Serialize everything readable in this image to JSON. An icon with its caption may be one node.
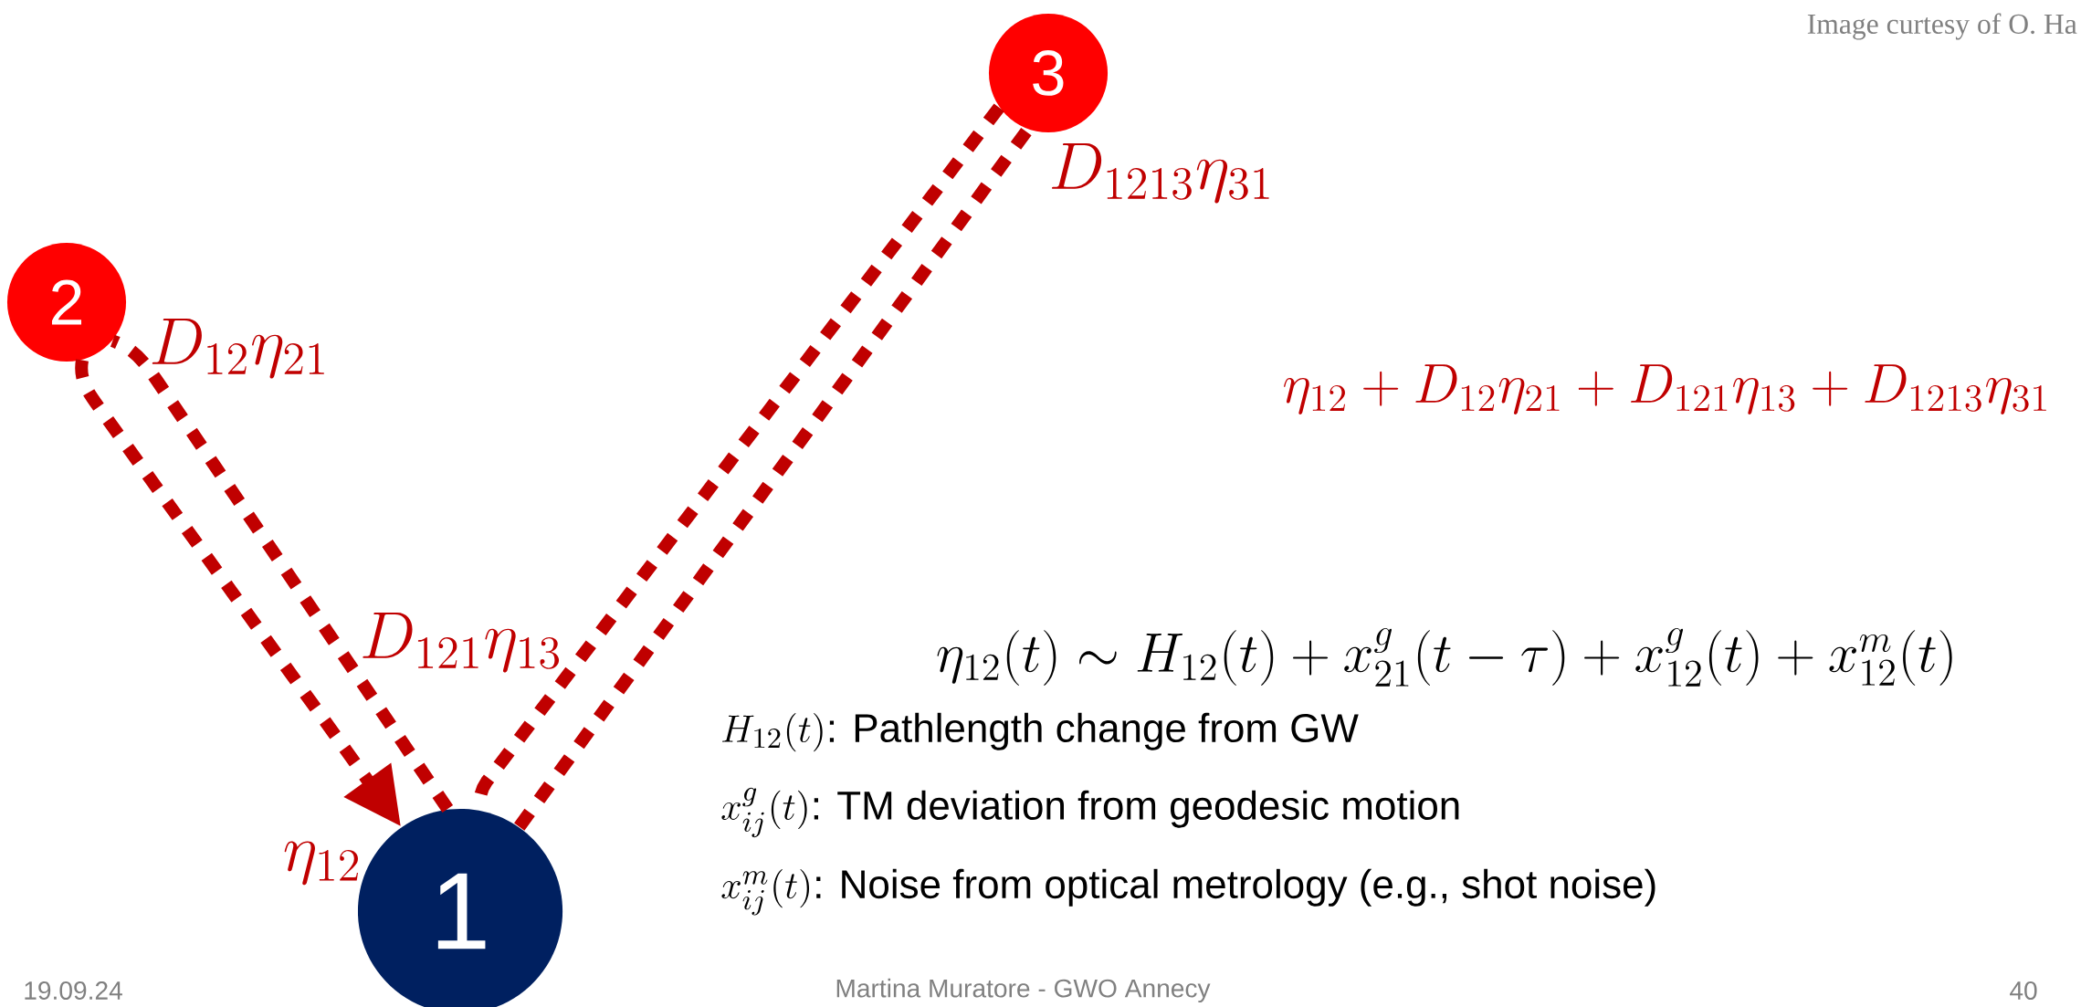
{
  "diagram": {
    "nodes": [
      {
        "text": [
          "1"
        ]
      },
      {
        "text": [
          "2"
        ]
      },
      {
        "text": [
          "3"
        ]
      }
    ],
    "edges": [
      {
        "from": 0,
        "to": 2,
        "arrow": "none",
        "style": "dashed"
      },
      {
        "from": 2,
        "to": 0,
        "arrow": "none",
        "style": "dashed"
      },
      {
        "from": 0,
        "to": 1,
        "arrow": "none",
        "style": "dashed"
      },
      {
        "from": 1,
        "to": 0,
        "arrow": "to",
        "style": "dashed"
      }
    ],
    "labels": [
      "Image curtesy of O. Ha",
      "D_{1213}\\eta_{31}",
      "D_{12}\\eta_{21}",
      "\\eta_{12} + D_{12}\\eta_{21} + D_{121}\\eta_{13} + D_{1213}\\eta_{31}",
      "D_{121}\\eta_{13}",
      "\\eta_{12}(t) \\sim H_{12}(t) + x^{g}_{21}(t-\\tau) + x^{g}_{12}(t) + x^{m}_{12}(t)",
      "H_{12}(t)\\text{: Pathlength change from GW}",
      "x^{g}_{ij}(t)\\text{: TM deviation from geodesic motion}",
      "x^{m}_{ij}(t)\\text{: Noise from optical metrology (e.g., shot noise)}",
      "\\eta_{12}",
      "19.09.24",
      "Martina Muratore - GWO Annecy",
      "40"
    ]
  }
}
